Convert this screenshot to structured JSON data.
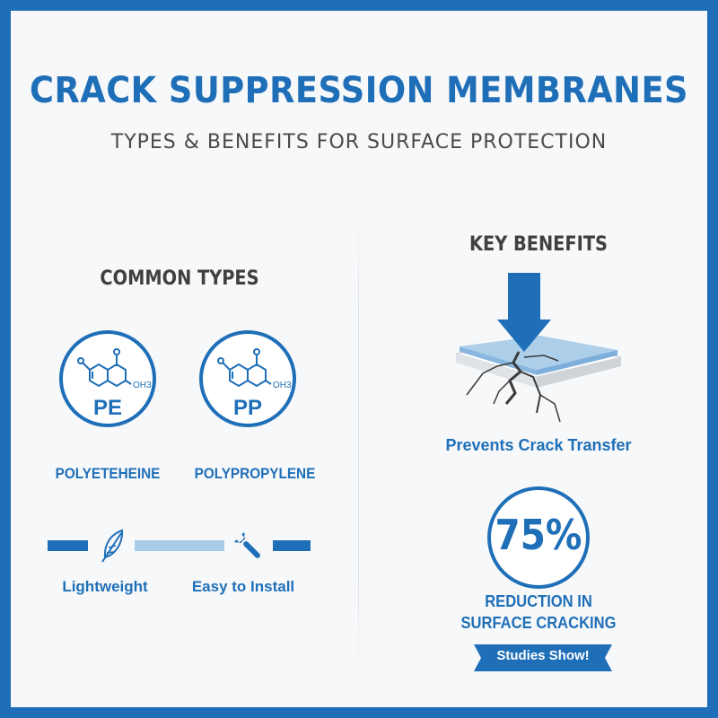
{
  "header": {
    "title": "CRACK SUPPRESSION MEMBRANES",
    "subtitle": "TYPES & BENEFITS FOR SURFACE PROTECTION"
  },
  "colors": {
    "brand_blue": "#1f6fb8",
    "light_blue": "#a9cce9",
    "heading_gray": "#404040",
    "frame_blue": "#1f6fb8"
  },
  "common_types": {
    "heading": "COMMON TYPES",
    "items": [
      {
        "abbr": "PE",
        "label": "POLYETEHEINE",
        "icon": "molecule-icon",
        "oh_label": "OH3"
      },
      {
        "abbr": "PP",
        "label": "POLYPROPYLENE",
        "icon": "molecule-icon",
        "oh_label": "OH3"
      }
    ],
    "features": [
      {
        "label": "Lightweight",
        "icon": "feather-icon"
      },
      {
        "label": "Easy to Install",
        "icon": "wrench-icon"
      }
    ]
  },
  "key_benefits": {
    "heading": "KEY BENEFITS",
    "benefit_label": "Prevents Crack Transfer",
    "benefit_icon": "cracked-layer-with-arrow-icon",
    "stat_value": "75%",
    "stat_caption_line1": "REDUCTION IN",
    "stat_caption_line2": "SURFACE CRACKING",
    "badge_label": "Studies Show!"
  }
}
